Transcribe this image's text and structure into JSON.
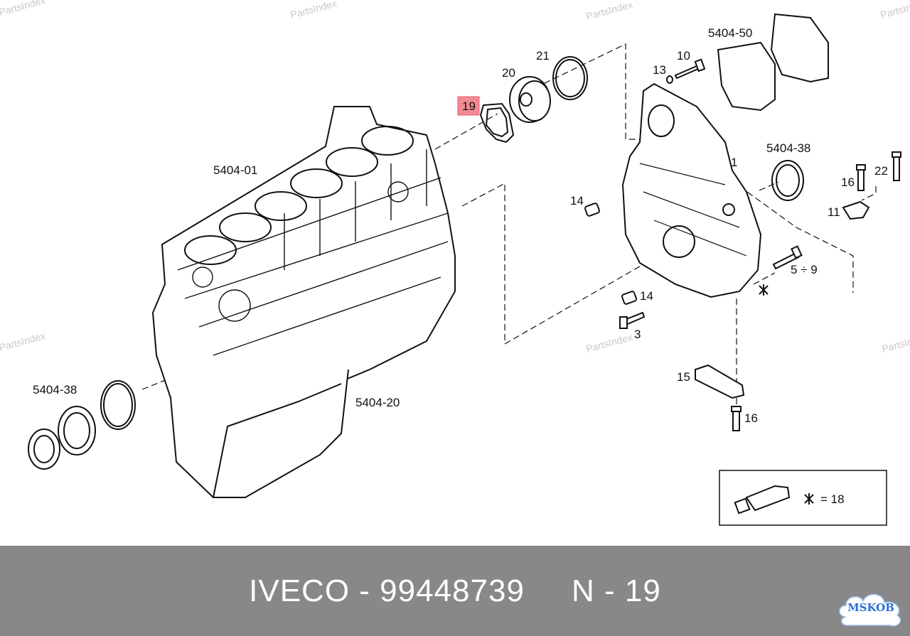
{
  "watermark": "PartsIndex",
  "labels": {
    "block": "5404-01",
    "sump": "5404-20",
    "seal_left": "5404-38",
    "seal_right": "5404-38",
    "gasket_top": "5404-50",
    "n1": "1",
    "n3": "3",
    "n5_9": "5 ÷ 9",
    "n10": "10",
    "n11": "11",
    "n13": "13",
    "n14a": "14",
    "n14b": "14",
    "n15": "15",
    "n16a": "16",
    "n16b": "16",
    "n19": "19",
    "n20": "20",
    "n21": "21",
    "n22": "22"
  },
  "legend": {
    "text": "= 18"
  },
  "footer": {
    "text": "IVECO - 99448739     N - 19"
  },
  "badge": {
    "text": "MSKOB"
  },
  "colors": {
    "highlight": "#f28b94",
    "footer_bg": "#888888",
    "badge_text": "#2a6fd6"
  }
}
